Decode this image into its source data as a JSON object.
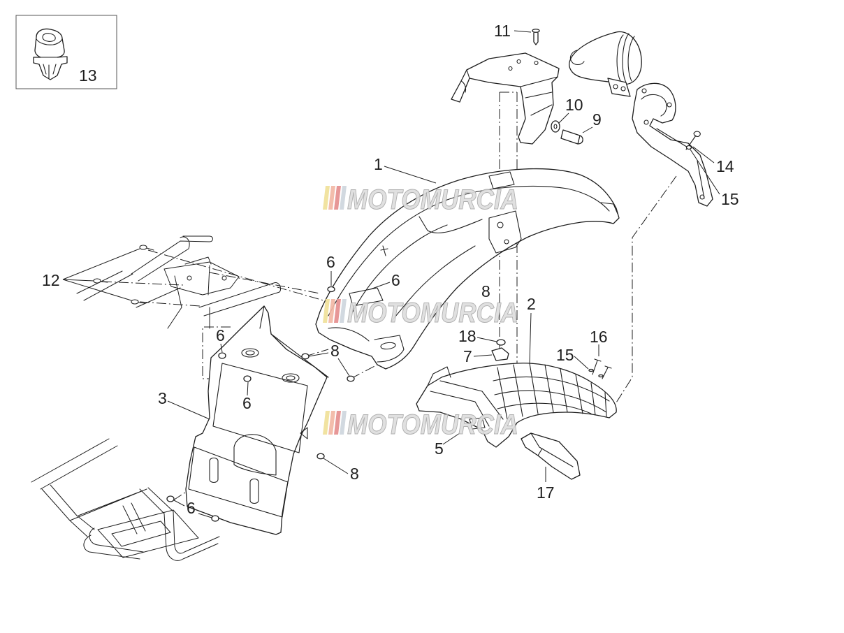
{
  "diagram": {
    "callouts": [
      "13",
      "11",
      "10",
      "9",
      "14",
      "15",
      "1",
      "12",
      "6",
      "6",
      "8",
      "2",
      "18",
      "16",
      "15",
      "7",
      "6",
      "8",
      "3",
      "6",
      "5",
      "8",
      "17",
      "6"
    ],
    "watermark": {
      "text": "MOTOMURCIA"
    }
  },
  "colors": {
    "line": "#1e1e1e",
    "text": "#1e1e1e",
    "watermark_fill": "#dedede",
    "watermark_stroke": "#a9a9a9",
    "watermark_stripes": [
      "#f0e19a",
      "#f3b8a6",
      "#e58f8f",
      "#cfd6de"
    ]
  }
}
